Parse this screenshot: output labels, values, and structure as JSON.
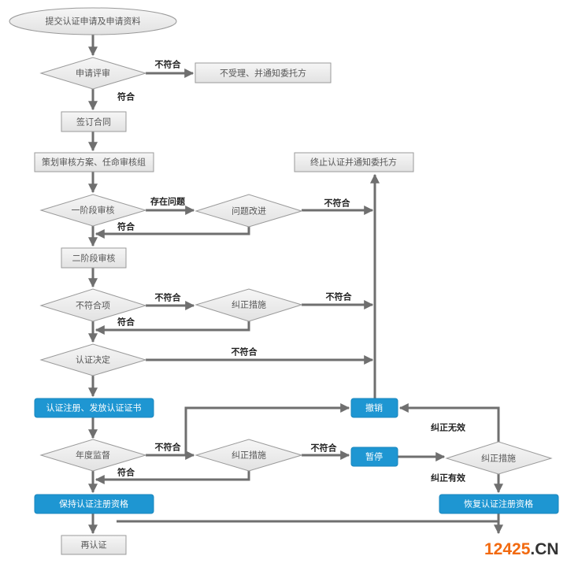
{
  "diagram": {
    "title": "认证流程",
    "nodes": {
      "submit": "提交认证申请及申请资料",
      "app_review": "申请评审",
      "reject_notify": "不受理、并通知委托方",
      "sign_contract": "签订合同",
      "plan_audit": "策划审核方案、任命审核组",
      "stage1": "一阶段审核",
      "problem_fix": "问题改进",
      "terminate": "终止认证并通知委托方",
      "stage2": "二阶段审核",
      "nonconform": "不符合项",
      "corrective1": "纠正措施",
      "cert_decision": "认证决定",
      "register": "认证注册、发放认证证书",
      "revoke": "撤销",
      "annual": "年度监督",
      "corrective2": "纠正措施",
      "suspend": "暂停",
      "corrective3": "纠正措施",
      "maintain": "保持认证注册资格",
      "restore": "恢复认证注册资格",
      "recert": "再认证"
    },
    "edge_labels": {
      "review_fail": "不符合",
      "review_pass": "符合",
      "stage1_issue": "存在问题",
      "fix_fail": "不符合",
      "stage1_pass": "符合",
      "nc_fail": "不符合",
      "corr1_fail": "不符合",
      "nc_pass": "符合",
      "decision_fail": "不符合",
      "annual_fail": "不符合",
      "corr2_fail": "不符合",
      "annual_pass": "符合",
      "corr3_invalid": "纠正无效",
      "corr3_valid": "纠正有效"
    },
    "colors": {
      "blue_node": "#1e96d2",
      "gray_node": "#ececec",
      "line": "#6f6f6f"
    }
  },
  "watermark": {
    "number": "12425",
    "suffix": ".CN"
  }
}
